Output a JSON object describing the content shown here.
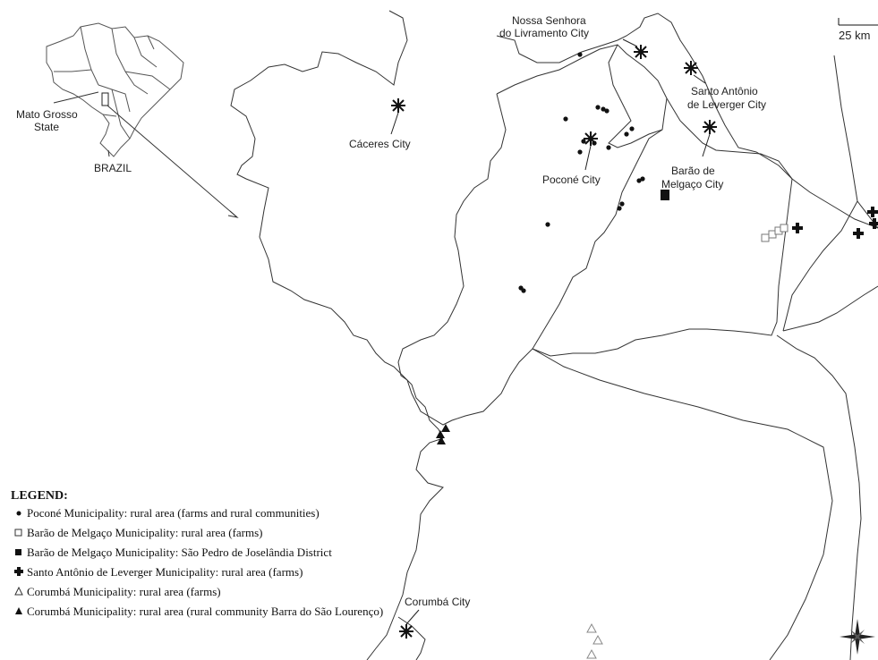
{
  "labels": {
    "nossa_senhora_line1": "Nossa Senhora",
    "nossa_senhora_line2": "do Livramento City",
    "santo_antonio_line1": "Santo Antônio",
    "santo_antonio_line2": "de Leverger City",
    "caceres": "Cáceres City",
    "pocone": "Poconé City",
    "barao_line1": "Barão de",
    "barao_line2": "Melgaço City",
    "corumba": "Corumbá City",
    "mato_grosso_line1": "Mato Grosso",
    "mato_grosso_line2": "State",
    "brazil": "BRAZIL",
    "scale": "25 km"
  },
  "legend": {
    "title": "LEGEND:",
    "items": [
      {
        "symbol": "filled-circle",
        "text": "Poconé Municipality: rural area (farms and rural communities)"
      },
      {
        "symbol": "open-square",
        "text": "Barão de Melgaço Municipality: rural area (farms)"
      },
      {
        "symbol": "filled-square",
        "text": "Barão de Melgaço Municipality: São Pedro de Joselândia District"
      },
      {
        "symbol": "filled-cross",
        "text": "Santo Antônio de Leverger Municipality: rural area (farms)"
      },
      {
        "symbol": "open-triangle",
        "text": "Corumbá Municipality: rural area (farms)"
      },
      {
        "symbol": "filled-triangle",
        "text": "Corumbá Municipality: rural area (rural community Barra do São Lourenço)"
      }
    ]
  },
  "colors": {
    "ink": "#111111",
    "background": "#ffffff"
  },
  "icons": {
    "city": "asterisk-city-icon",
    "north": "compass-rose-icon"
  }
}
